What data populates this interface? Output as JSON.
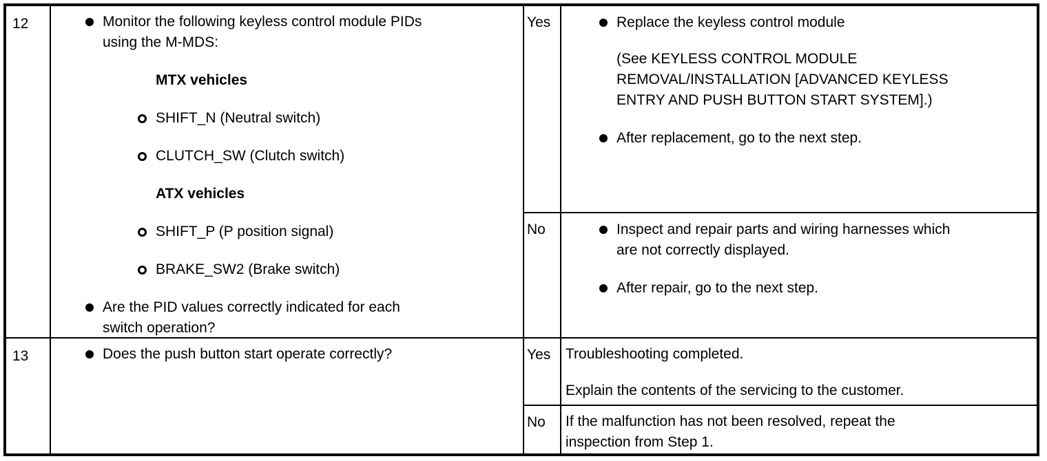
{
  "document": {
    "kind": "troubleshooting-table",
    "rows": [
      {
        "step": "12",
        "inspection": {
          "item1": "Monitor the following keyless control module PIDs\nusing the M-MDS:",
          "header_mtx": "MTX vehicles",
          "sub1": "SHIFT_N (Neutral switch)",
          "sub2": "CLUTCH_SW (Clutch switch)",
          "header_atx": "ATX vehicles",
          "sub3": "SHIFT_P (P position signal)",
          "sub4": "BRAKE_SW2 (Brake switch)",
          "item2": "Are the PID values correctly indicated for each\nswitch operation?"
        },
        "yes_label": "Yes",
        "yes_actions": {
          "a1": "Replace the keyless control module",
          "a1_note": "(See KEYLESS CONTROL MODULE\nREMOVAL/INSTALLATION [ADVANCED KEYLESS\nENTRY AND PUSH BUTTON START SYSTEM].)",
          "a2": "After replacement, go to the next step."
        },
        "no_label": "No",
        "no_actions": {
          "a1": "Inspect and repair parts and wiring harnesses which\nare not correctly displayed.",
          "a2": "After repair, go to the next step."
        }
      },
      {
        "step": "13",
        "inspection": {
          "item1": "Does the push button start operate correctly?"
        },
        "yes_label": "Yes",
        "yes_text1": "Troubleshooting completed.",
        "yes_text2": "Explain the contents of the servicing to the customer.",
        "no_label": "No",
        "no_text": "If the malfunction has not been resolved, repeat the\ninspection from Step 1."
      }
    ],
    "colors": {
      "border": "#000000",
      "text": "#000000",
      "background": "#ffffff"
    }
  }
}
